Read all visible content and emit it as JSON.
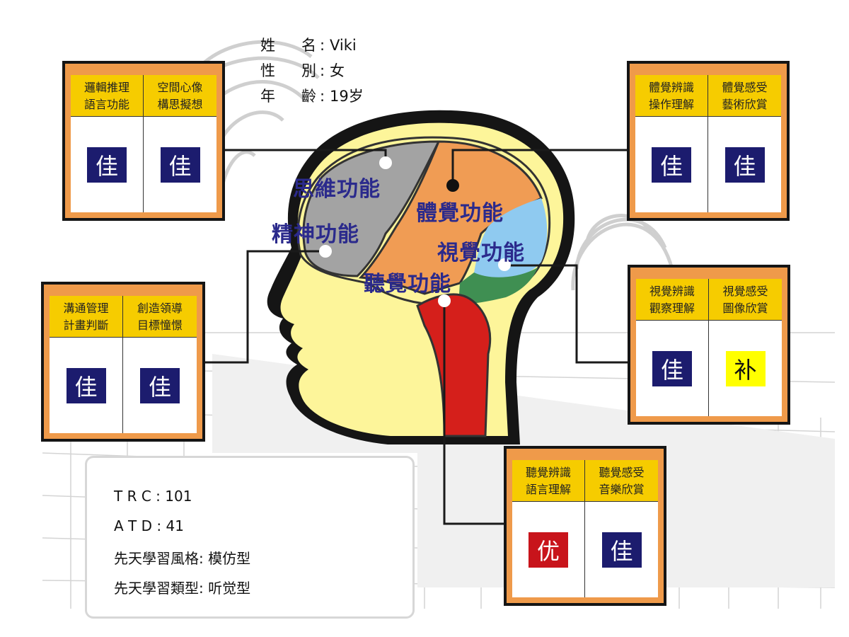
{
  "profile": {
    "name_key1": "姓",
    "name_key2": "名",
    "name_value": "Viki",
    "gender_key1": "性",
    "gender_key2": "別",
    "gender_value": "女",
    "age_key1": "年",
    "age_key2": "齡",
    "age_value": "19岁",
    "colon": ":"
  },
  "regions": {
    "thinking": "思維功能",
    "mental": "精神功能",
    "body": "體覺功能",
    "visual": "視覺功能",
    "auditory": "聽覺功能"
  },
  "boxes": {
    "top_left": {
      "h1a": "邏輯推理",
      "h1b": "語言功能",
      "h2a": "空間心像",
      "h2b": "構思擬想",
      "v1": "佳",
      "v2": "佳"
    },
    "mid_left": {
      "h1a": "溝通管理",
      "h1b": "計畫判斷",
      "h2a": "創造領導",
      "h2b": "目標憧憬",
      "v1": "佳",
      "v2": "佳"
    },
    "top_right": {
      "h1a": "體覺辨識",
      "h1b": "操作理解",
      "h2a": "體覺感受",
      "h2b": "藝術欣賞",
      "v1": "佳",
      "v2": "佳"
    },
    "mid_right": {
      "h1a": "視覺辨識",
      "h1b": "觀察理解",
      "h2a": "視覺感受",
      "h2b": "圖像欣賞",
      "v1": "佳",
      "v2": "补"
    },
    "bottom": {
      "h1a": "聽覺辨識",
      "h1b": "語言理解",
      "h2a": "聽覺感受",
      "h2b": "音樂欣賞",
      "v1": "优",
      "v2": "佳"
    }
  },
  "stats": {
    "trc": "T R C  :  101",
    "atd": "A T D  :  41",
    "style": "先天學習風格:  模仿型",
    "type": "先天學習類型:  听觉型"
  },
  "colors": {
    "navy_badge": "#1c1c6e",
    "yellow_badge": "#ffff00",
    "red_badge": "#c8141b",
    "box_orange": "#ef9a4a",
    "header_yellow": "#f6cc00",
    "label_blue": "#2b2a8c"
  }
}
